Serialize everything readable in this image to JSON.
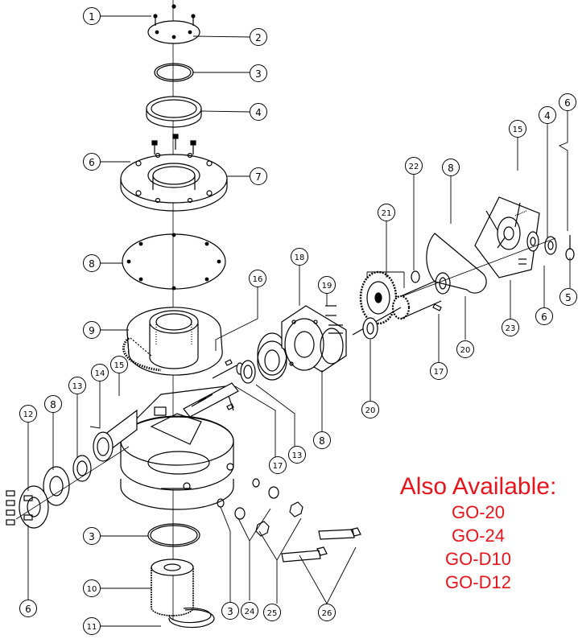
{
  "callouts": [
    {
      "id": "c1",
      "label": "1"
    },
    {
      "id": "c2",
      "label": "2"
    },
    {
      "id": "c3a",
      "label": "3"
    },
    {
      "id": "c4a",
      "label": "4"
    },
    {
      "id": "c6a",
      "label": "6"
    },
    {
      "id": "c7",
      "label": "7"
    },
    {
      "id": "c8a",
      "label": "8"
    },
    {
      "id": "c9",
      "label": "9"
    },
    {
      "id": "c16",
      "label": "16"
    },
    {
      "id": "c18",
      "label": "18"
    },
    {
      "id": "c19",
      "label": "19"
    },
    {
      "id": "c21",
      "label": "21"
    },
    {
      "id": "c22",
      "label": "22"
    },
    {
      "id": "c8b",
      "label": "8"
    },
    {
      "id": "c15a",
      "label": "15"
    },
    {
      "id": "c4b",
      "label": "4"
    },
    {
      "id": "c6b",
      "label": "6"
    },
    {
      "id": "c5",
      "label": "5"
    },
    {
      "id": "c6c",
      "label": "6"
    },
    {
      "id": "c23",
      "label": "23"
    },
    {
      "id": "c20a",
      "label": "20"
    },
    {
      "id": "c17a",
      "label": "17"
    },
    {
      "id": "c20b",
      "label": "20"
    },
    {
      "id": "c8c",
      "label": "8"
    },
    {
      "id": "c13a",
      "label": "13"
    },
    {
      "id": "c17b",
      "label": "17"
    },
    {
      "id": "c15b",
      "label": "15"
    },
    {
      "id": "c14",
      "label": "14"
    },
    {
      "id": "c13b",
      "label": "13"
    },
    {
      "id": "c8d",
      "label": "8"
    },
    {
      "id": "c12",
      "label": "12"
    },
    {
      "id": "c6d",
      "label": "6"
    },
    {
      "id": "c3b",
      "label": "3"
    },
    {
      "id": "c10",
      "label": "10"
    },
    {
      "id": "c11",
      "label": "11"
    },
    {
      "id": "c3c",
      "label": "3"
    },
    {
      "id": "c24",
      "label": "24"
    },
    {
      "id": "c25",
      "label": "25"
    },
    {
      "id": "c26",
      "label": "26"
    }
  ],
  "availability": {
    "title": "Also Available:",
    "models": [
      "GO-20",
      "GO-24",
      "GO-D10",
      "GO-D12"
    ]
  },
  "colors": {
    "line": "#000000",
    "accent": "#e8141b",
    "background": "#ffffff"
  }
}
